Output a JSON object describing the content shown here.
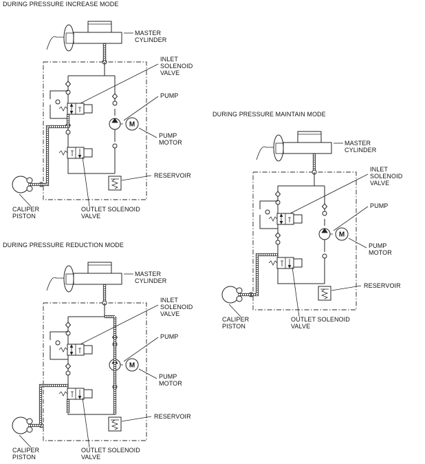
{
  "motor_letter": "M",
  "diagrams": [
    {
      "title": "DURING PRESSURE INCREASE MODE",
      "labels": {
        "master_cylinder": [
          "MASTER",
          "CYLINDER"
        ],
        "inlet_valve": [
          "INLET",
          "SOLENOID",
          "VALVE"
        ],
        "pump": [
          "PUMP"
        ],
        "pump_motor": [
          "PUMP",
          "MOTOR"
        ],
        "reservoir": [
          "RESERVOIR"
        ],
        "caliper_piston": [
          "CALIPER",
          "PISTON"
        ],
        "outlet_valve": [
          "OUTLET SOLENOID",
          "VALVE"
        ]
      }
    },
    {
      "title": "DURING PRESSURE MAINTAIN MODE",
      "labels": {
        "master_cylinder": [
          "MASTER",
          "CYLINDER"
        ],
        "inlet_valve": [
          "INLET",
          "SOLENOID",
          "VALVE"
        ],
        "pump": [
          "PUMP"
        ],
        "pump_motor": [
          "PUMP",
          "MOTOR"
        ],
        "reservoir": [
          "RESERVOIR"
        ],
        "caliper_piston": [
          "CALIPER",
          "PISTON"
        ],
        "outlet_valve": [
          "OUTLET SOLENOID",
          "VALVE"
        ]
      }
    },
    {
      "title": "DURING PRESSURE REDUCTION MODE",
      "labels": {
        "master_cylinder": [
          "MASTER",
          "CYLINDER"
        ],
        "inlet_valve": [
          "INLET",
          "SOLENOID",
          "VALVE"
        ],
        "pump": [
          "PUMP"
        ],
        "pump_motor": [
          "PUMP",
          "MOTOR"
        ],
        "reservoir": [
          "RESERVOIR"
        ],
        "caliper_piston": [
          "CALIPER",
          "PISTON"
        ],
        "outlet_valve": [
          "OUTLET SOLENOID",
          "VALVE"
        ]
      }
    }
  ]
}
